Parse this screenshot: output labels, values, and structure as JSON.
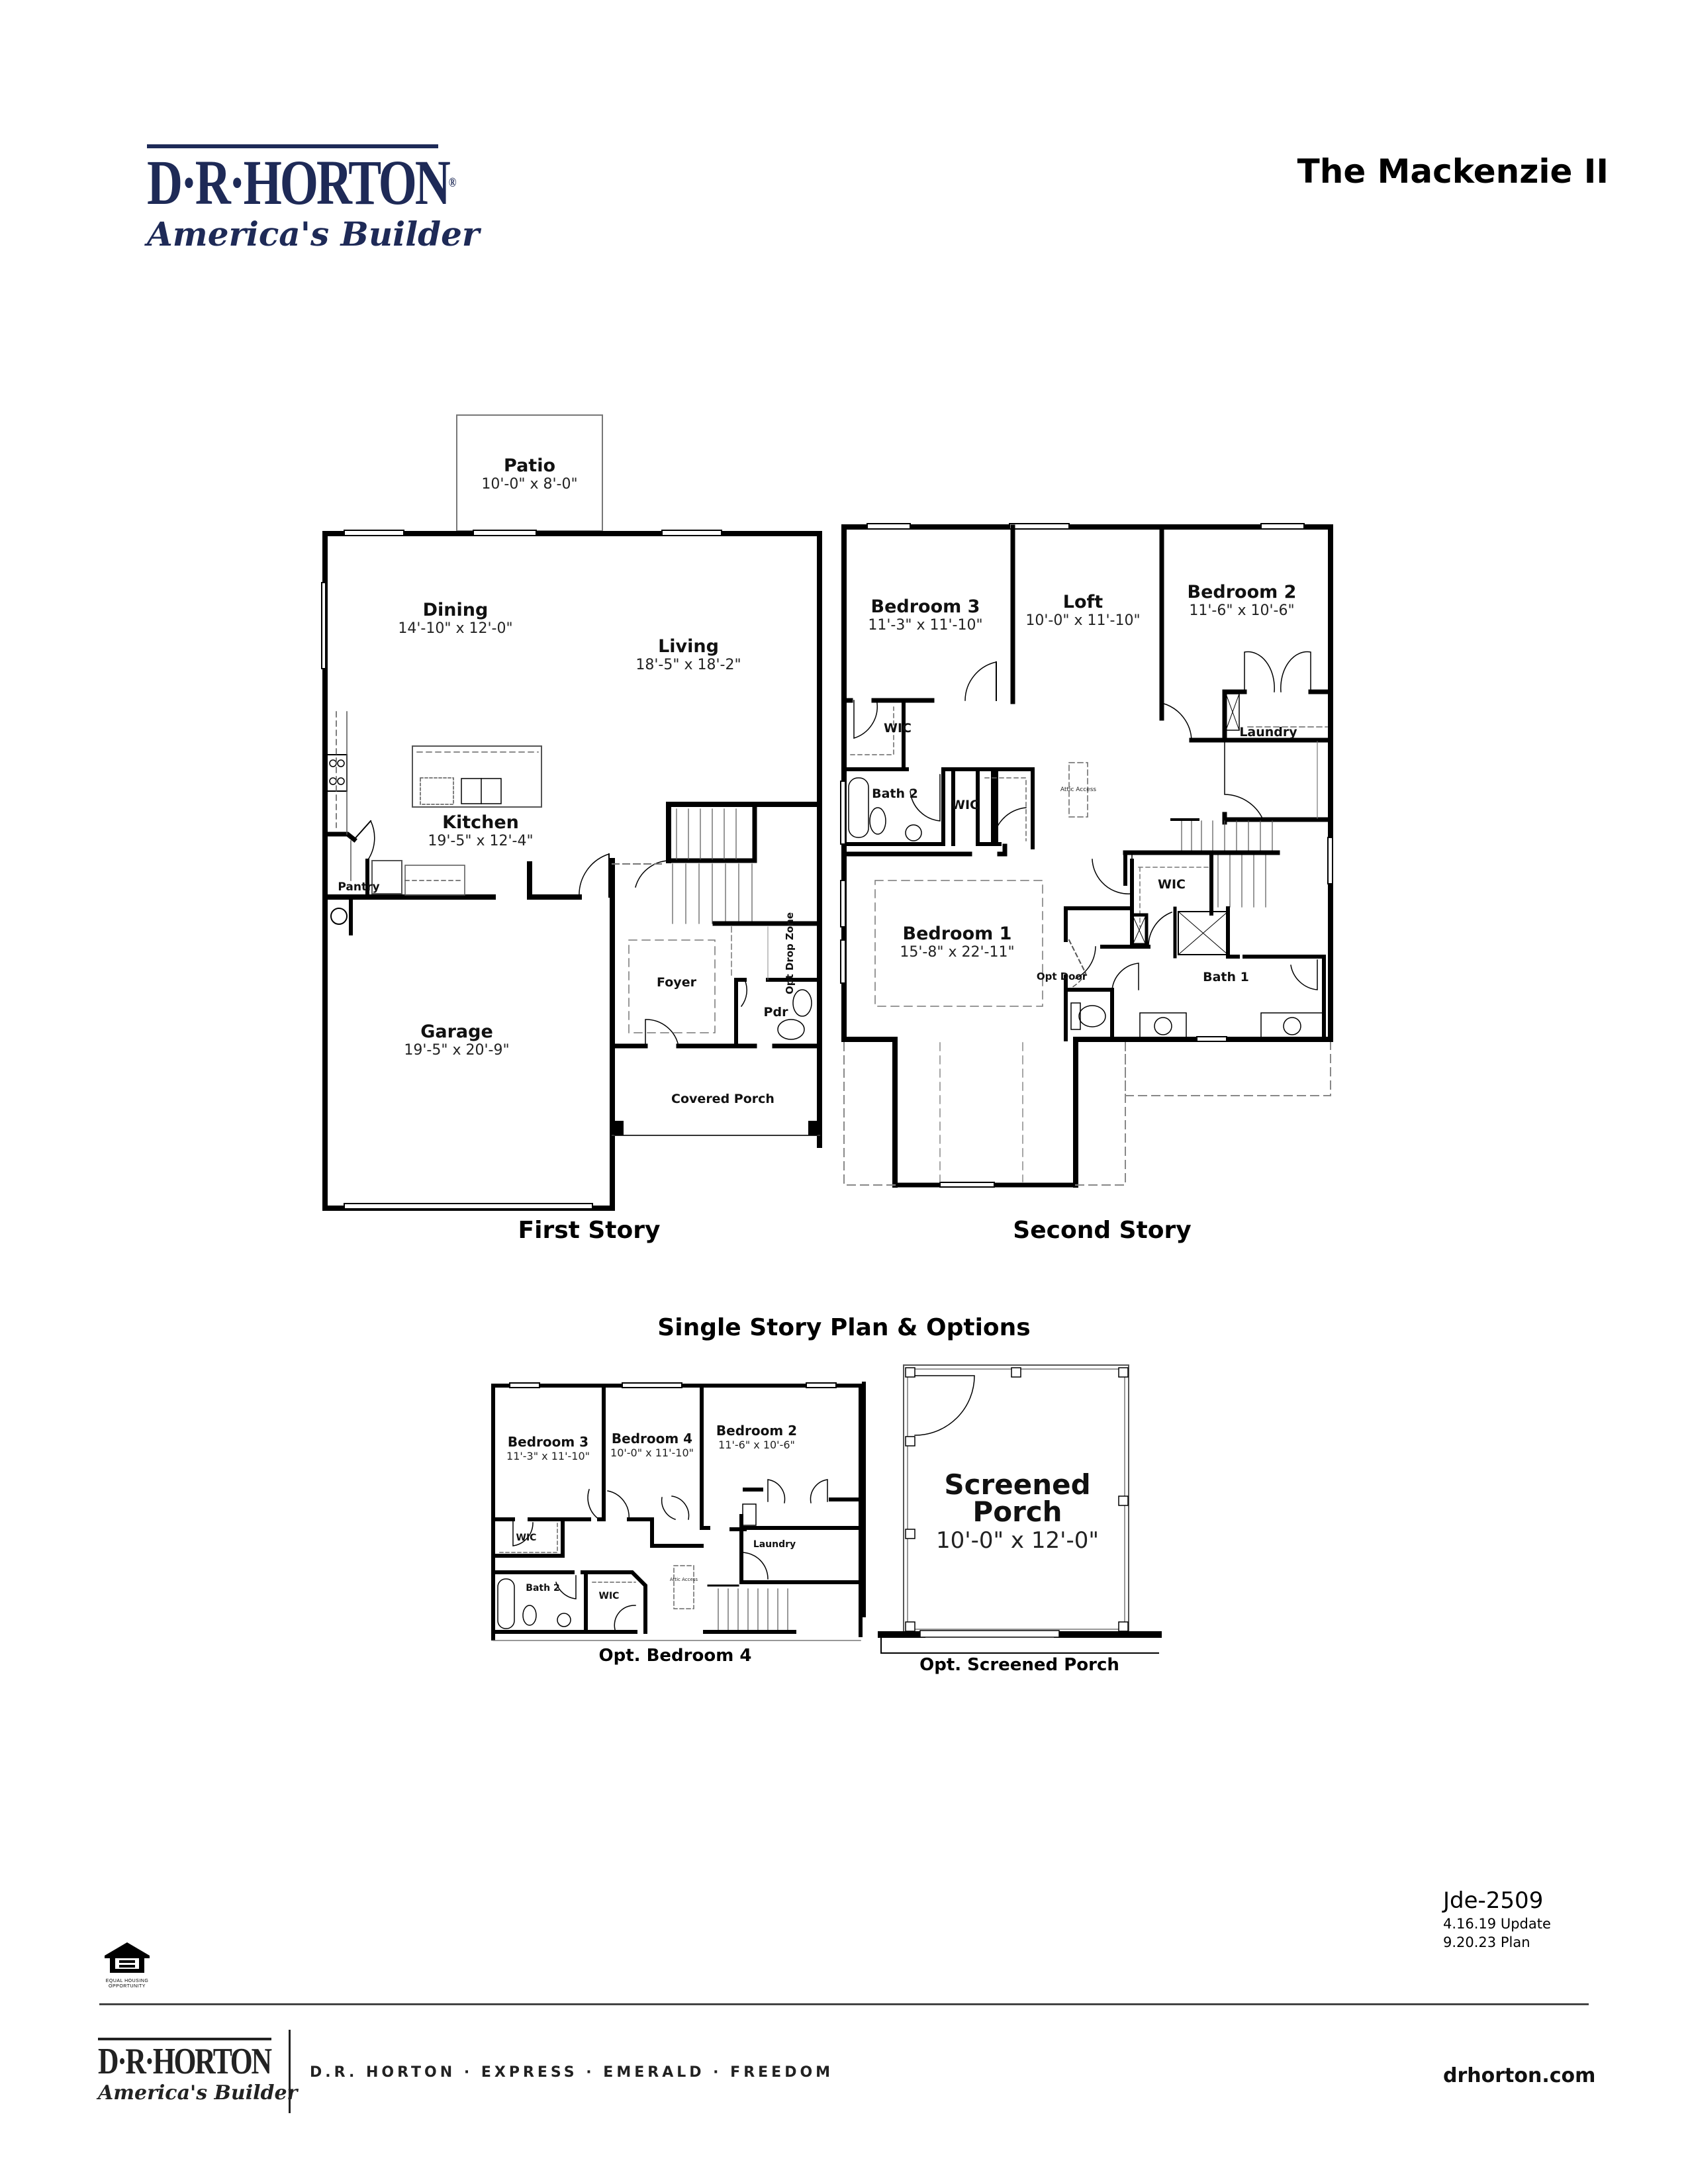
{
  "header": {
    "brand_wordmark": "D·R·HORTON",
    "brand_registered": "®",
    "brand_tagline": "America's Builder",
    "plan_title": "The Mackenzie II",
    "brand_color": "#1e2a57"
  },
  "first_story": {
    "caption": "First Story",
    "rooms": [
      {
        "name": "Patio",
        "dims": "10'-0\" x 8'-0\""
      },
      {
        "name": "Dining",
        "dims": "14'-10\" x 12'-0\""
      },
      {
        "name": "Living",
        "dims": "18'-5\" x 18'-2\""
      },
      {
        "name": "Kitchen",
        "dims": "19'-5\" x 12'-4\""
      },
      {
        "name": "Pantry",
        "dims": ""
      },
      {
        "name": "Garage",
        "dims": "19'-5\" x 20'-9\""
      },
      {
        "name": "Foyer",
        "dims": ""
      },
      {
        "name": "Pdr",
        "dims": ""
      },
      {
        "name": "Opt Drop Zone",
        "dims": ""
      },
      {
        "name": "Covered Porch",
        "dims": ""
      }
    ]
  },
  "second_story": {
    "caption": "Second Story",
    "rooms": [
      {
        "name": "Bedroom 3",
        "dims": "11'-3\" x 11'-10\""
      },
      {
        "name": "Loft",
        "dims": "10'-0\" x 11'-10\""
      },
      {
        "name": "Bedroom 2",
        "dims": "11'-6\" x 10'-6\""
      },
      {
        "name": "WIC",
        "dims": ""
      },
      {
        "name": "Bath 2",
        "dims": ""
      },
      {
        "name": "WIC",
        "dims": ""
      },
      {
        "name": "Attic Access",
        "dims": ""
      },
      {
        "name": "Laundry",
        "dims": ""
      },
      {
        "name": "Bedroom 1",
        "dims": "15'-8\" x 22'-11\""
      },
      {
        "name": "WIC",
        "dims": ""
      },
      {
        "name": "Opt Door",
        "dims": ""
      },
      {
        "name": "Bath 1",
        "dims": ""
      }
    ]
  },
  "options": {
    "section_title": "Single Story Plan & Options",
    "bedroom4": {
      "caption": "Opt. Bedroom 4",
      "rooms": [
        {
          "name": "Bedroom 3",
          "dims": "11'-3\" x 11'-10\""
        },
        {
          "name": "Bedroom 4",
          "dims": "10'-0\" x 11'-10\""
        },
        {
          "name": "Bedroom 2",
          "dims": "11'-6\" x 10'-6\""
        },
        {
          "name": "WIC",
          "dims": ""
        },
        {
          "name": "Laundry",
          "dims": ""
        },
        {
          "name": "Bath 2",
          "dims": ""
        },
        {
          "name": "WIC",
          "dims": ""
        },
        {
          "name": "Attic Access",
          "dims": ""
        }
      ]
    },
    "screened_porch": {
      "caption": "Opt. Screened Porch",
      "name_line1": "Screened",
      "name_line2": "Porch",
      "dims": "10'-0\" x 12'-0\""
    }
  },
  "meta": {
    "plan_code": "Jde-2509",
    "update": "4.16.19 Update",
    "plan_date": "9.20.23 Plan"
  },
  "footer": {
    "eho_label": "EQUAL HOUSING OPPORTUNITY",
    "brand_wordmark": "D·R·HORTON",
    "brand_tagline": "America's Builder",
    "brands_line": "D.R. HORTON · EXPRESS · EMERALD · FREEDOM",
    "website": "drhorton.com"
  }
}
